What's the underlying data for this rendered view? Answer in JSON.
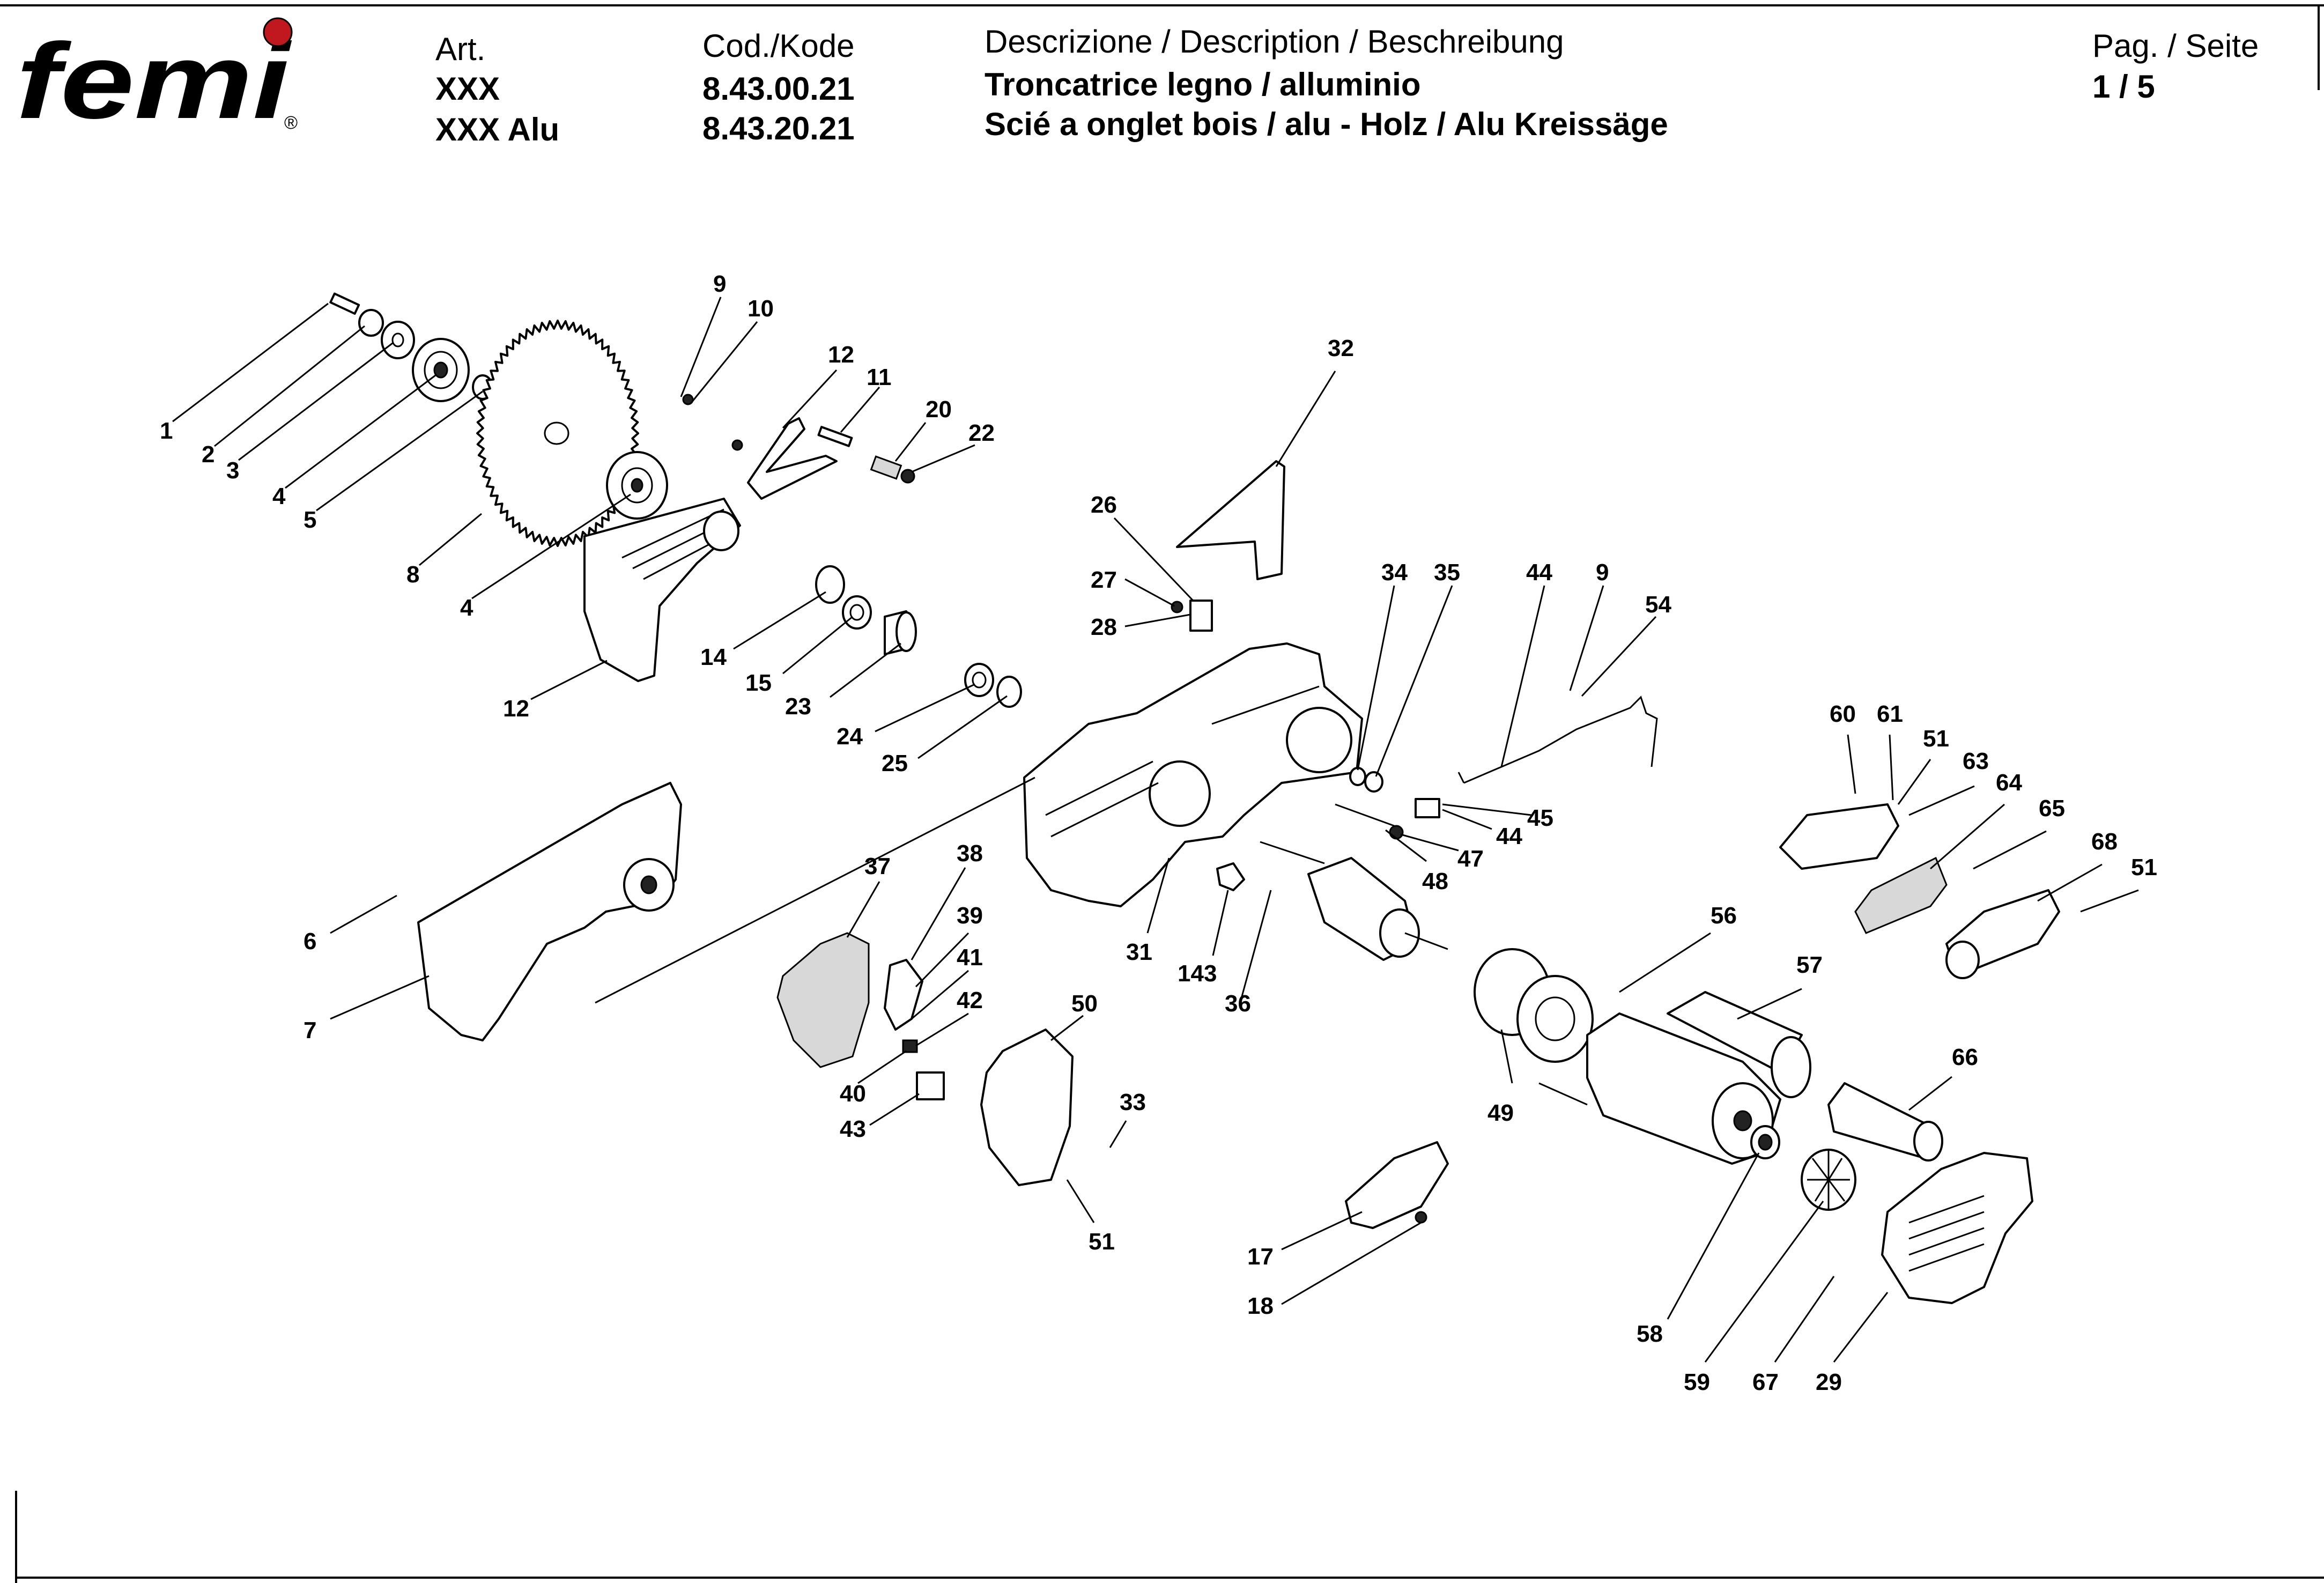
{
  "header": {
    "brand": "femi",
    "trademark": "®",
    "art_label": "Art.",
    "art_values": [
      "XXX",
      "XXX Alu"
    ],
    "code_label": "Cod./Kode",
    "code_values": [
      "8.43.00.21",
      "8.43.20.21"
    ],
    "description_label": "Descrizione / Description / Beschreibung",
    "description_lines": [
      "Troncatrice legno / alluminio",
      "Scié a onglet bois / alu - Holz / Alu Kreissäge"
    ],
    "page_label": "Pag. / Seite",
    "page_value": "1 / 5"
  },
  "colors": {
    "brand_dot": "#c0181e",
    "ink": "#000000",
    "paper": "#ffffff"
  },
  "callouts": [
    "1",
    "2",
    "3",
    "4",
    "5",
    "8",
    "4",
    "12",
    "9",
    "10",
    "12",
    "11",
    "20",
    "22",
    "32",
    "26",
    "27",
    "28",
    "14",
    "15",
    "23",
    "24",
    "25",
    "34",
    "35",
    "44",
    "9",
    "54",
    "6",
    "7",
    "37",
    "38",
    "39",
    "41",
    "42",
    "40",
    "43",
    "50",
    "33",
    "51",
    "31",
    "143",
    "36",
    "48",
    "47",
    "44",
    "45",
    "60",
    "61",
    "51",
    "63",
    "64",
    "65",
    "68",
    "51",
    "56",
    "57",
    "49",
    "66",
    "58",
    "59",
    "67",
    "29",
    "17",
    "18"
  ]
}
